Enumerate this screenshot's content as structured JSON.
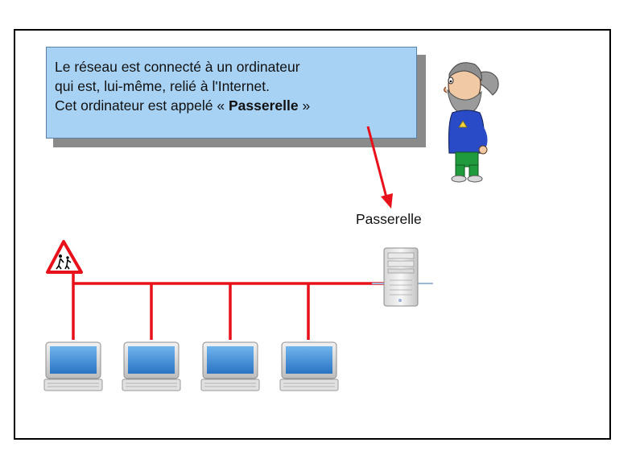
{
  "bubble": {
    "line1": "Le réseau est connecté à un ordinateur",
    "line2": "qui est, lui-même, relié à l'Internet.",
    "line3_prefix": "Cet ordinateur est appelé « ",
    "line3_bold": "Passerelle",
    "line3_suffix": " »"
  },
  "gateway_label": "Passerelle",
  "icons": {
    "character": "bearded-man-icon",
    "warning": "children-crossing-sign-icon",
    "server": "server-tower-icon",
    "computer": "desktop-computer-icon"
  },
  "colors": {
    "network": "#e8101a",
    "bubble": "#a8d2f4",
    "shadow": "#8a8a8a"
  }
}
